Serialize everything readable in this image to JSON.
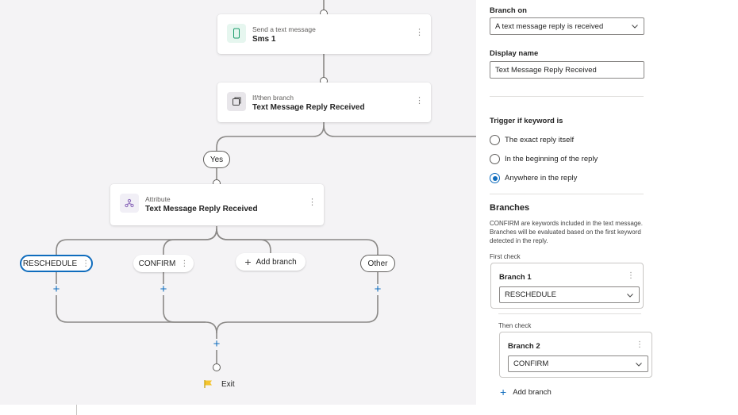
{
  "flow": {
    "sms_card": {
      "subtitle": "Send a text message",
      "title": "Sms 1"
    },
    "ifthen_card": {
      "subtitle": "If/then branch",
      "title": "Text Message Reply Received"
    },
    "yes_label": "Yes",
    "attribute_card": {
      "subtitle": "Attribute",
      "title": "Text Message Reply Received"
    },
    "branches": {
      "reschedule": "RESCHEDULE",
      "confirm": "CONFIRM",
      "add_branch": "Add branch",
      "other": "Other"
    },
    "exit_label": "Exit",
    "more_glyph": "⋮"
  },
  "panel": {
    "branch_on": {
      "label": "Branch on",
      "value": "A text message reply is received"
    },
    "display_name": {
      "label": "Display name",
      "value": "Text Message Reply Received"
    },
    "trigger": {
      "label": "Trigger if keyword is",
      "options": [
        "The exact reply itself",
        "In the beginning of the reply",
        "Anywhere in the reply"
      ],
      "selected_index": 2
    },
    "branches": {
      "heading": "Branches",
      "description": "CONFIRM are keywords included in the text message. Branches will be evaluated based on the first keyword detected in the reply.",
      "first_check": "First check",
      "then_check": "Then check",
      "branch1": {
        "title": "Branch 1",
        "value": "RESCHEDULE"
      },
      "branch2": {
        "title": "Branch 2",
        "value": "CONFIRM"
      },
      "add_branch": "Add branch"
    }
  },
  "colors": {
    "accent": "#0f6cbd",
    "canvas_bg": "#f4f3f5",
    "connector": "#8a8886"
  }
}
